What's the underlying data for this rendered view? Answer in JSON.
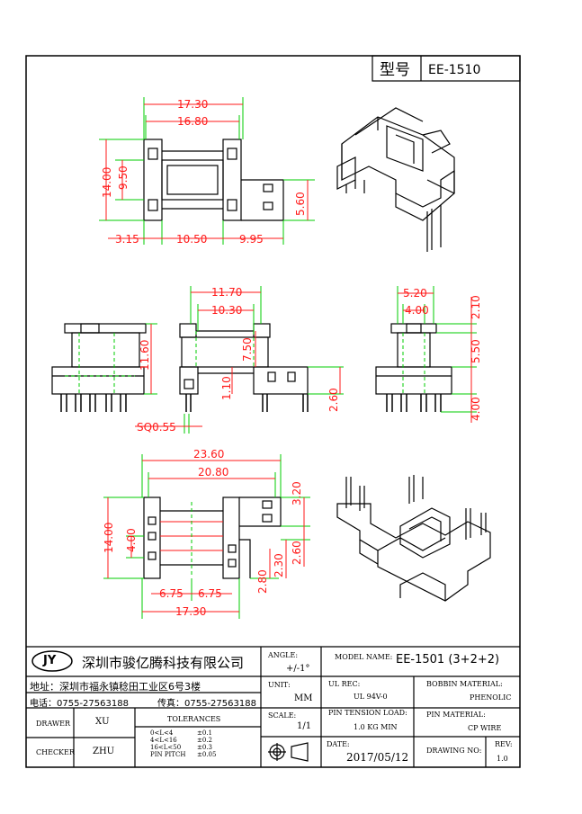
{
  "header": {
    "model_label": "型号",
    "model_value": "EE-1510"
  },
  "top_view": {
    "dims": [
      "17.30",
      "16.80",
      "14.00",
      "9.50",
      "5.60",
      "3.15",
      "10.50",
      "9.95"
    ]
  },
  "front_view": {
    "dims": [
      "11.60",
      "SQ0.55"
    ]
  },
  "middle_view": {
    "dims": [
      "11.70",
      "10.30",
      "7.50",
      "1.10",
      "2.60"
    ]
  },
  "side_view": {
    "dims": [
      "5.20",
      "4.00",
      "2.10",
      "5.50",
      "4.00"
    ]
  },
  "bottom_view": {
    "dims": [
      "23.60",
      "20.80",
      "3.20",
      "14.00",
      "4.00",
      "2.30",
      "2.60",
      "2.80",
      "6.75",
      "6.75",
      "17.30"
    ]
  },
  "title_block": {
    "logo": "JY",
    "company": "深圳市骏亿腾科技有限公司",
    "address": "地址：深圳市福永镇稔田工业区6号3楼",
    "phone": "电话：0755-27563188",
    "fax": "传真：0755-27563188",
    "angle_label": "ANGLE:",
    "angle_value": "+/-1°",
    "unit_label": "UNIT:",
    "unit_value": "MM",
    "scale_label": "SCALE:",
    "scale_value": "1/1",
    "model_name_label": "MODEL NAME:",
    "model_name_value": "EE-1501 (3+2+2)",
    "ul_rec_label": "UL REC:",
    "ul_rec_value": "UL 94V-0",
    "bobbin_material_label": "BOBBIN MATERIAL:",
    "bobbin_material_value": "PHENOLIC",
    "pin_tension_label": "PIN TENSION LOAD:",
    "pin_tension_value": "1.0 KG MIN",
    "pin_material_label": "PIN MATERIAL:",
    "pin_material_value": "CP WIRE",
    "drawer_label": "DRAWER",
    "drawer_value": "XU",
    "checker_label": "CHECKER",
    "checker_value": "ZHU",
    "tolerances_label": "TOLERANCES",
    "tolerances": [
      {
        "range": "0<L<4",
        "tol": "±0.1"
      },
      {
        "range": "4<L<16",
        "tol": "±0.2"
      },
      {
        "range": "16<L<50",
        "tol": "±0.3"
      },
      {
        "range": "PIN PITCH",
        "tol": "±0.05"
      }
    ],
    "date_label": "DATE:",
    "date_value": "2017/05/12",
    "drawing_no_label": "DRAWING NO:",
    "rev_label": "REV:",
    "rev_value": "1.0"
  },
  "colors": {
    "dimension": "#ff1a1a",
    "extension": "#00cc00",
    "hidden": "#00cc00",
    "outline": "#000000"
  }
}
